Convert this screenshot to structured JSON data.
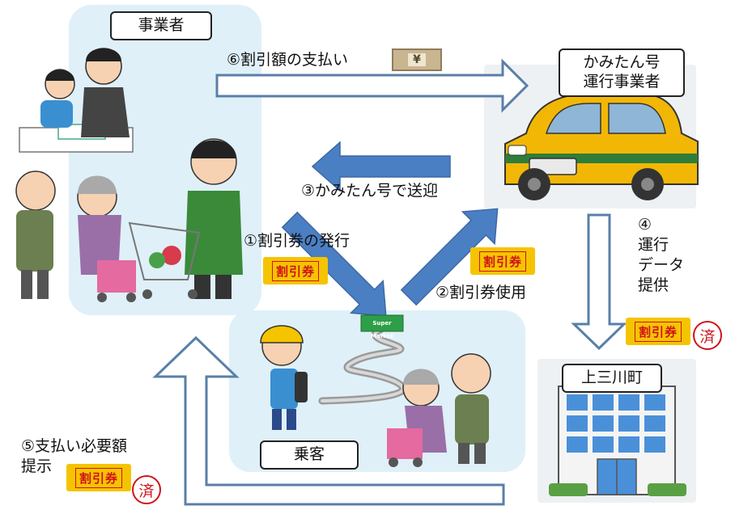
{
  "nodes": {
    "operator": "事業者",
    "taxi": "かみたん号\n運行事業者",
    "passenger": "乗客",
    "town": "上三川町"
  },
  "steps": {
    "step1": "①割引券の発行",
    "step2": "②割引券使用",
    "step3": "③かみたん号で送迎",
    "step4": "④\n運行\nデータ\n提供",
    "step5": "⑤支払い必要額\n提示",
    "step6": "⑥割引額の支払い"
  },
  "badges": {
    "coupon": "割引券",
    "done": "済",
    "yen": "¥",
    "supermarket": "Super Market"
  },
  "colors": {
    "panel": "#dff0f8",
    "blue_arrow": "#4b7fc4",
    "outline_arrow": "#5a7fa8",
    "coupon_bg": "#f5c400",
    "coupon_text": "#d1131a",
    "taxi_body": "#f2b705"
  }
}
